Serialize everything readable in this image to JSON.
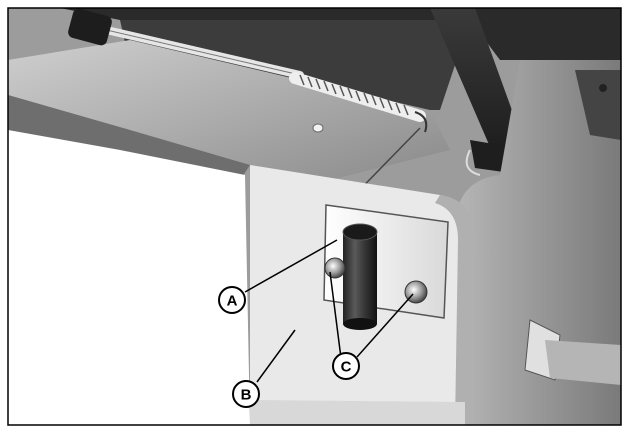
{
  "callouts": {
    "a": {
      "letter": "A"
    },
    "b": {
      "letter": "B"
    },
    "c": {
      "letter": "C"
    }
  }
}
